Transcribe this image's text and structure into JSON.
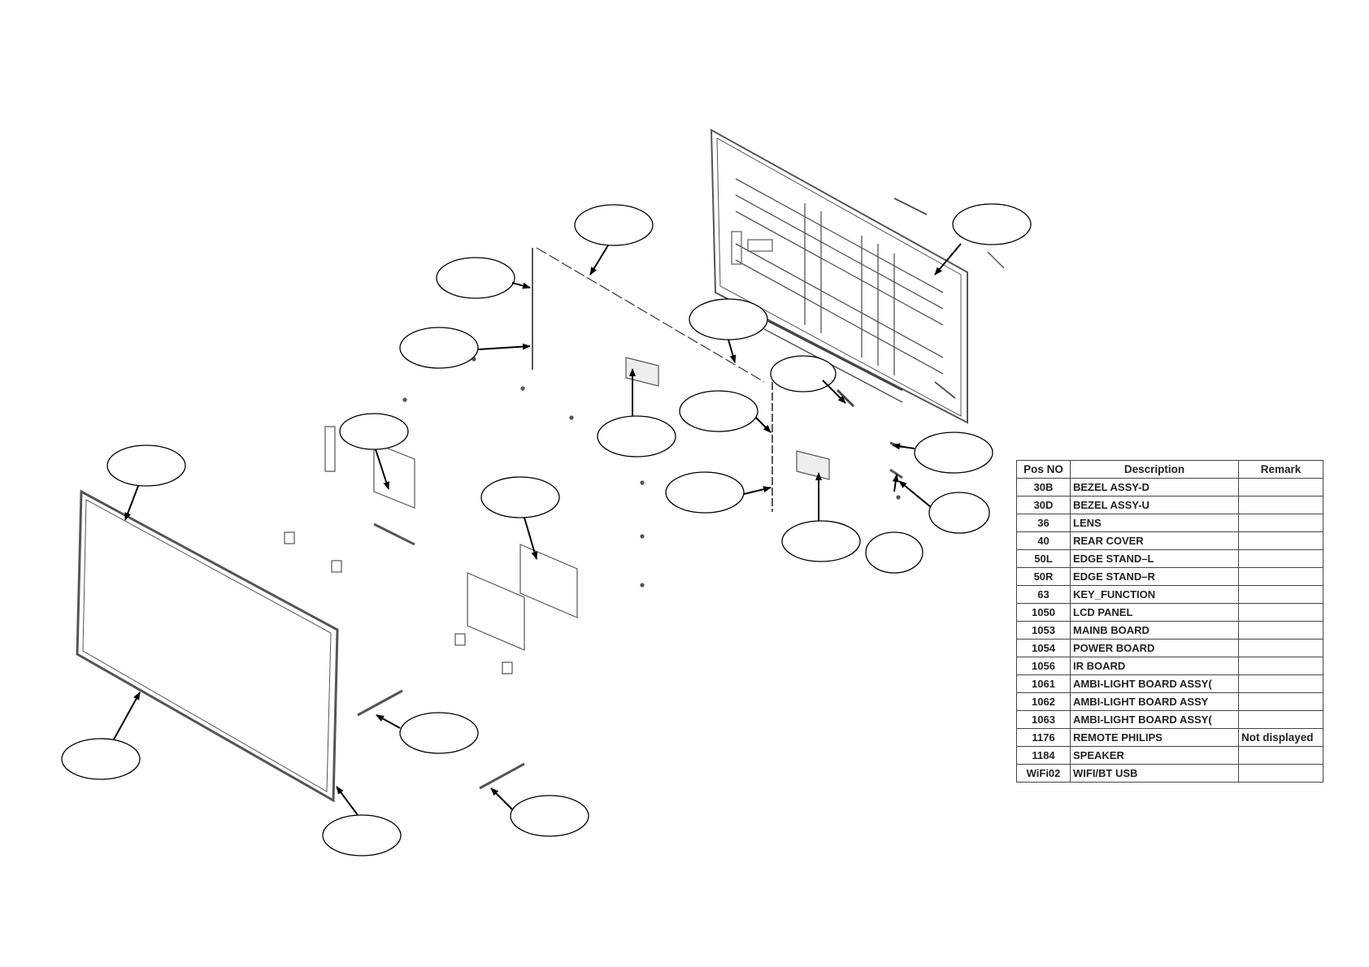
{
  "table": {
    "headers": {
      "pos": "Pos NO",
      "description": "Description",
      "remark": "Remark"
    },
    "rows": [
      {
        "pos": "30B",
        "description": "BEZEL ASSY-D",
        "remark": ""
      },
      {
        "pos": "30D",
        "description": "BEZEL ASSY-U",
        "remark": ""
      },
      {
        "pos": "36",
        "description": "LENS",
        "remark": ""
      },
      {
        "pos": "40",
        "description": "REAR COVER",
        "remark": ""
      },
      {
        "pos": "50L",
        "description": "EDGE STAND–L",
        "remark": ""
      },
      {
        "pos": "50R",
        "description": "EDGE STAND–R",
        "remark": ""
      },
      {
        "pos": "63",
        "description": "KEY_FUNCTION",
        "remark": ""
      },
      {
        "pos": "1050",
        "description": "LCD PANEL",
        "remark": ""
      },
      {
        "pos": "1053",
        "description": "MAINB BOARD",
        "remark": ""
      },
      {
        "pos": "1054",
        "description": "POWER BOARD",
        "remark": ""
      },
      {
        "pos": "1056",
        "description": "IR BOARD",
        "remark": ""
      },
      {
        "pos": "1061",
        "description": "AMBI-LIGHT BOARD ASSY(",
        "remark": ""
      },
      {
        "pos": "1062",
        "description": "AMBI-LIGHT BOARD ASSY",
        "remark": ""
      },
      {
        "pos": "1063",
        "description": "AMBI-LIGHT BOARD ASSY(",
        "remark": ""
      },
      {
        "pos": "1176",
        "description": "REMOTE PHILIPS",
        "remark": "Not displayed"
      },
      {
        "pos": "1184",
        "description": "SPEAKER",
        "remark": ""
      },
      {
        "pos": "WiFi02",
        "description": "WIFI/BT USB",
        "remark": ""
      }
    ]
  }
}
